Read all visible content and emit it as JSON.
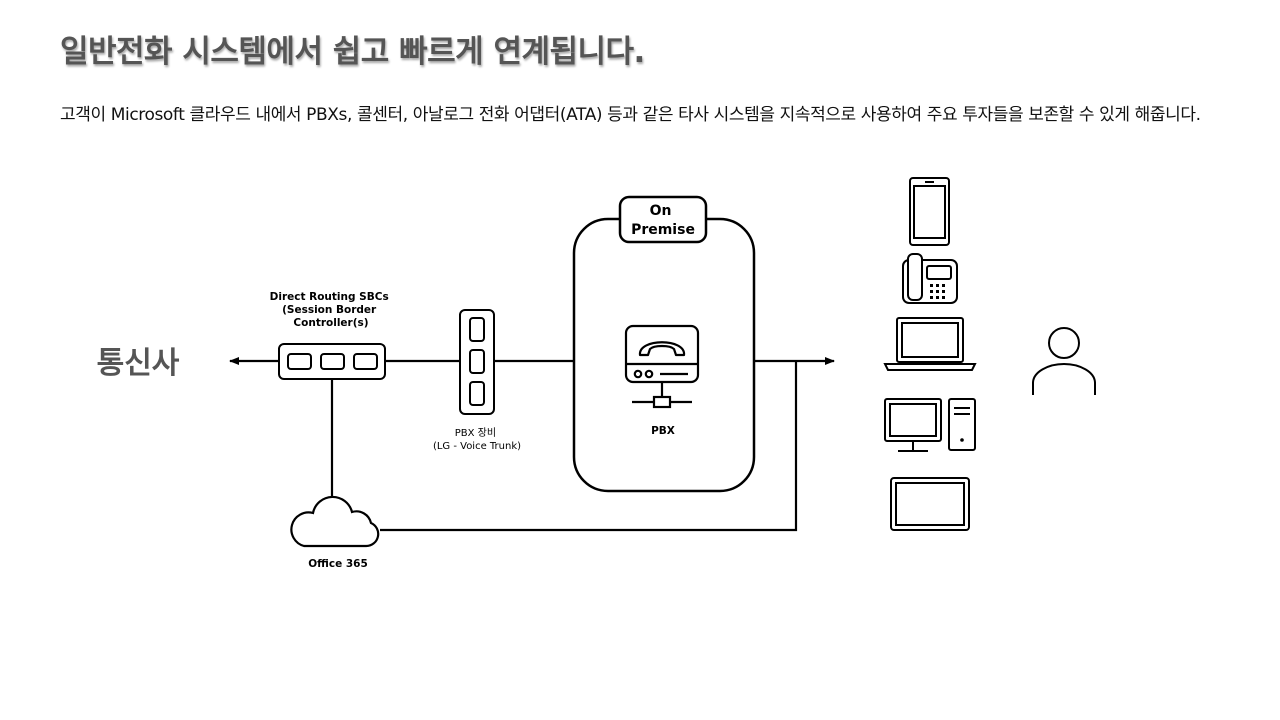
{
  "page": {
    "title": "일반전화 시스템에서 쉽고 빠르게 연계됩니다.",
    "description": "고객이 Microsoft 클라우드 내에서 PBXs, 콜센터, 아날로그 전화 어댑터(ATA) 등과 같은 타사 시스템을 지속적으로 사용하여 주요 투자들을 보존할 수 있게 해줍니다."
  },
  "diagram": {
    "carrier": "통신사",
    "sbc": {
      "line1": "Direct Routing SBCs",
      "line2": "(Session Border",
      "line3": "Controller(s)"
    },
    "pbx_device": {
      "line1": "PBX 장비",
      "line2": "(LG - Voice Trunk)"
    },
    "on_premise": {
      "line1": "On",
      "line2": "Premise"
    },
    "pbx": "PBX",
    "office365": "Office 365",
    "colors": {
      "line": "#000000",
      "title": "#555555",
      "carrier": "#555555"
    }
  }
}
